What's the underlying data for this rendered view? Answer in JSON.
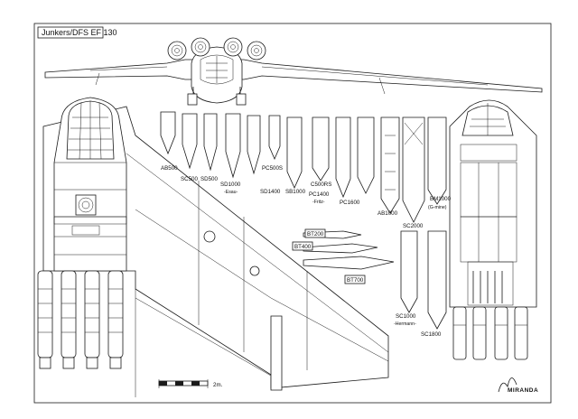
{
  "title": "Junkers/DFS EF 130",
  "signature": "MIRANDA",
  "scale_label": "2m.",
  "bombs": [
    {
      "id": "ab500",
      "label": "AB500"
    },
    {
      "id": "sc500",
      "label": "SC500"
    },
    {
      "id": "sd500",
      "label": "SD500"
    },
    {
      "id": "sd1000",
      "label": "SD1000",
      "note": "-Esau-"
    },
    {
      "id": "pc500s",
      "label": "PC500S"
    },
    {
      "id": "sd1400",
      "label": "SD1400"
    },
    {
      "id": "sb1000",
      "label": "SB1000"
    },
    {
      "id": "c500rs",
      "label": "C500RS"
    },
    {
      "id": "pc1400",
      "label": "PC1400",
      "note": "-Fritz-"
    },
    {
      "id": "pc1600",
      "label": "PC1600"
    },
    {
      "id": "ab1000",
      "label": "AB1000"
    },
    {
      "id": "sc2000",
      "label": "SC2000"
    },
    {
      "id": "bm1000",
      "label": "BM1000",
      "note": "(G-mine)"
    },
    {
      "id": "bt200",
      "label": "BT200"
    },
    {
      "id": "bt400",
      "label": "BT400"
    },
    {
      "id": "bt700",
      "label": "BT700"
    },
    {
      "id": "sc1000",
      "label": "SC1000",
      "note": "-Hermann-"
    },
    {
      "id": "sc1800",
      "label": "SC1800"
    }
  ]
}
